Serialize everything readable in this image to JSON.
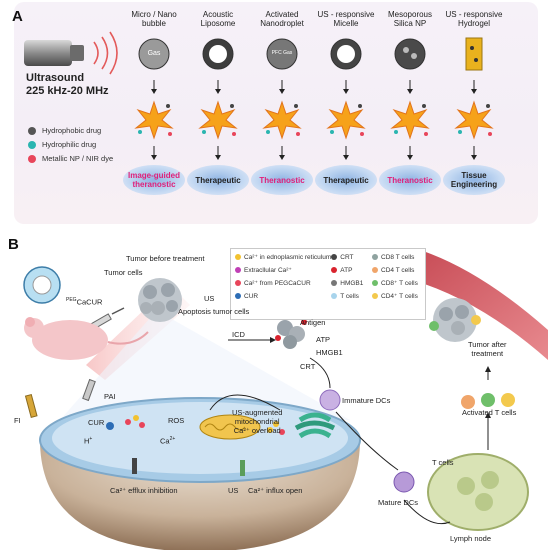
{
  "panel_a": {
    "letter": "A",
    "ultrasound_line1": "Ultrasound",
    "ultrasound_line2": "225 kHz-20 MHz",
    "columns": [
      {
        "head": [
          "Micro / Nano",
          "bubble"
        ],
        "inner": "Gas",
        "foot": [
          "Image-guided",
          "theranostic"
        ],
        "foot_color": "#e0207a"
      },
      {
        "head": [
          "Acoustic",
          "Liposome"
        ],
        "inner": "",
        "foot": [
          "Therapeutic"
        ],
        "foot_color": "#222222"
      },
      {
        "head": [
          "Activated",
          "Nanodroplet"
        ],
        "inner": "PFC Gas",
        "foot": [
          "Theranostic"
        ],
        "foot_color": "#e0207a"
      },
      {
        "head": [
          "US - responsive",
          "Micelle"
        ],
        "inner": "",
        "foot": [
          "Therapeutic"
        ],
        "foot_color": "#222222"
      },
      {
        "head": [
          "Mesoporous",
          "Silica NP"
        ],
        "inner": "",
        "foot": [
          "Theranostic"
        ],
        "foot_color": "#e0207a"
      },
      {
        "head": [
          "US - responsive",
          "Hydrogel"
        ],
        "inner": "",
        "foot": [
          "Tissue",
          "Engineering"
        ],
        "foot_color": "#222222"
      }
    ],
    "legend": [
      {
        "label": "Hydrophobic drug",
        "color": "#555555"
      },
      {
        "label": "Hydrophilic drug",
        "color": "#2ab5b0"
      },
      {
        "label": "Metallic NP / NIR dye",
        "color": "#e8455a"
      }
    ]
  },
  "panel_b": {
    "letter": "B",
    "labels": {
      "tumor_before": "Tumor before treatment",
      "tumor_cells": "Tumor cells",
      "us_top": "US",
      "apoptosis": "Apoptosis tumor cells",
      "caucr_pre": "PEG",
      "caucr": "CaCUR",
      "pai": "PAI",
      "fi": "FI",
      "icd": "ICD",
      "antigen": "Antigen",
      "atp": "ATP",
      "hmgb1": "HMGB1",
      "crt": "CRT",
      "immature_dcs": "Immature DCs",
      "mature_dcs": "Mature DCs",
      "t_cells": "T cells",
      "lymph_node": "Lymph node",
      "activated_t": "Activated T cells",
      "tumor_after_1": "Tumor after",
      "tumor_after_2": "treatment",
      "cur": "CUR",
      "h_plus": "H",
      "ros": "ROS",
      "ca2": "Ca",
      "us_aug_1": "US-augmented",
      "us_aug_2": "mitochondrial",
      "us_aug_3": "Ca²⁺ overload",
      "efflux": "Ca²⁺ efflux inhibition",
      "us_bottom": "US",
      "influx": "Ca²⁺ influx open"
    },
    "legend": [
      {
        "label": "Ca²⁺ in ednoplasmic reticulum",
        "color": "#f2c230"
      },
      {
        "label": "CRT",
        "color": "#444444"
      },
      {
        "label": "CD8 T cells",
        "color": "#8fa3a0"
      },
      {
        "label": "Extracllular Ca²⁺",
        "color": "#c03fb5"
      },
      {
        "label": "ATP",
        "color": "#d9232e"
      },
      {
        "label": "CD4 T cells",
        "color": "#f0a56a"
      },
      {
        "label": "Ca²⁺ from PEGCaCUR",
        "color": "#e8455a"
      },
      {
        "label": "HMGB1",
        "color": "#777777"
      },
      {
        "label": "CD8⁺ T cells",
        "color": "#6fbf6a"
      },
      {
        "label": "CUR",
        "color": "#2d6db5"
      },
      {
        "label": "T cells",
        "color": "#a8d4ec"
      },
      {
        "label": "CD4⁺ T cells",
        "color": "#f3c94d"
      }
    ]
  }
}
